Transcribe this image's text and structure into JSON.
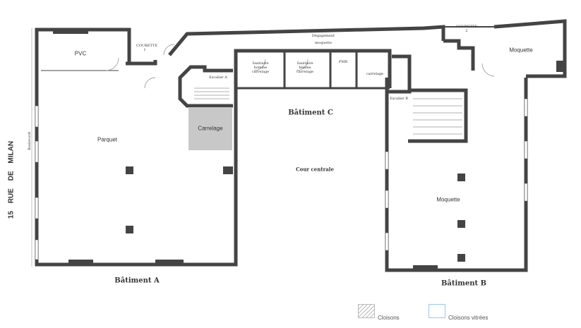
{
  "street": "15 RUE DE MILAN",
  "street_side_label": "Boulevard",
  "buildings": {
    "a": "Bâtiment A",
    "b": "Bâtiment B",
    "c": "Bâtiment C"
  },
  "rooms": {
    "pvc": "PVC",
    "parquet": "Parquet",
    "carrelage_a": "Carrelage",
    "courette1": "COURETTE 1",
    "courette2": "COURETTE 2",
    "escalier_a": "Escalier A",
    "escalier_b": "Escalier B",
    "sanitaire_homme": "Sanitaire homme carrelage",
    "sanitaire_femme": "Sanitaire femme carrelage",
    "pmr": "PMR",
    "carrelage_c": "carrelage",
    "degagement": "Dégagement moquette",
    "cour": "Cour centrale",
    "moquette_b_top": "Moquette",
    "moquette_b": "Moquette"
  },
  "legend": [
    {
      "label": "Cloisons",
      "style": "hatched",
      "color": "#bbbbbb"
    },
    {
      "label": "Cloisons vitrées",
      "style": "outline",
      "color": "#9cc8e8"
    }
  ],
  "colors": {
    "wall": "#444444",
    "tile_fill": "#c8c8c8"
  }
}
